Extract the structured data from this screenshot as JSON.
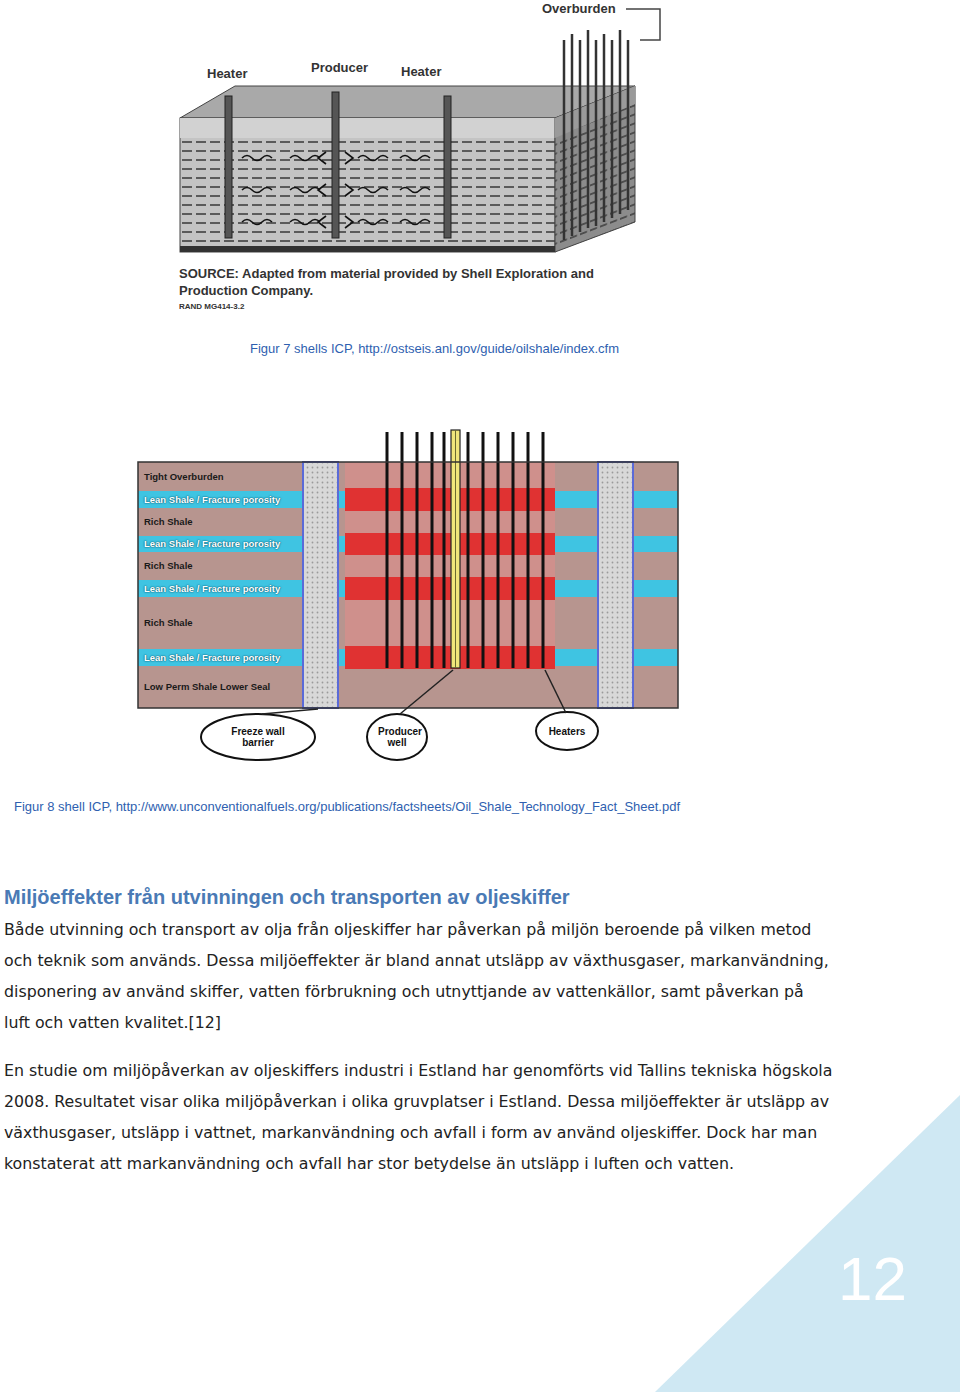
{
  "diagram": {
    "title": "Miljöeffekter från utvinningen och transporten av oljeskiffer",
    "nodes": [
      {
        "text": [
          "Tight Overburden"
        ]
      },
      {
        "text": [
          "Lean Shale / Fracture porosity"
        ]
      },
      {
        "text": [
          "Rich Shale"
        ]
      },
      {
        "text": [
          "Lean Shale / Fracture porosity"
        ]
      },
      {
        "text": [
          "Rich Shale"
        ]
      },
      {
        "text": [
          "Lean Shale / Fracture porosity"
        ]
      },
      {
        "text": [
          "Rich Shale"
        ]
      },
      {
        "text": [
          "Lean Shale / Fracture porosity"
        ]
      },
      {
        "text": [
          "Low Perm Shale Lower Seal"
        ]
      },
      {
        "text": [
          "Freeze wall barrier"
        ]
      },
      {
        "text": [
          "Producer well"
        ]
      },
      {
        "text": [
          "Heaters"
        ]
      }
    ],
    "labels": [
      "Overburden",
      "Heater",
      "Producer",
      "Heater",
      "SOURCE: Adapted from material provided by Shell Exploration and Production Company.",
      "RAND MG414-3.2",
      "Figur 7 shells ICP, http://ostseis.anl.gov/guide/oilshale/index.cfm",
      "Figur 8 shell ICP, http://www.unconventionalfuels.org/publications/factsheets/Oil_Shale_Technology_Fact_Sheet.pdf",
      "Både utvinning och transport av olja från oljeskiffer har påverkan på miljön beroende på vilken metod och teknik som används. Dessa miljöeffekter är bland annat utsläpp av växthusgaser, markanvändning, disponering av använd skiffer, vatten förbrukning och utnyttjande av vattenkällor, samt påverkan på luft och vatten kvalitet.[12]",
      "En studie om miljöpåverkan av oljeskiffers industri i Estland har genomförts vid Tallins tekniska högskola 2008. Resultatet visar olika miljöpåverkan i olika gruvplatser i Estland. Dessa miljöeffekter är utsläpp av växthusgaser, utsläpp i vattnet, markanvändning och avfall i form av använd oljeskiffer. Dock har man konstaterat att markanvändning och avfall har stor betydelse än utsläpp i luften och vatten.",
      "12"
    ]
  }
}
